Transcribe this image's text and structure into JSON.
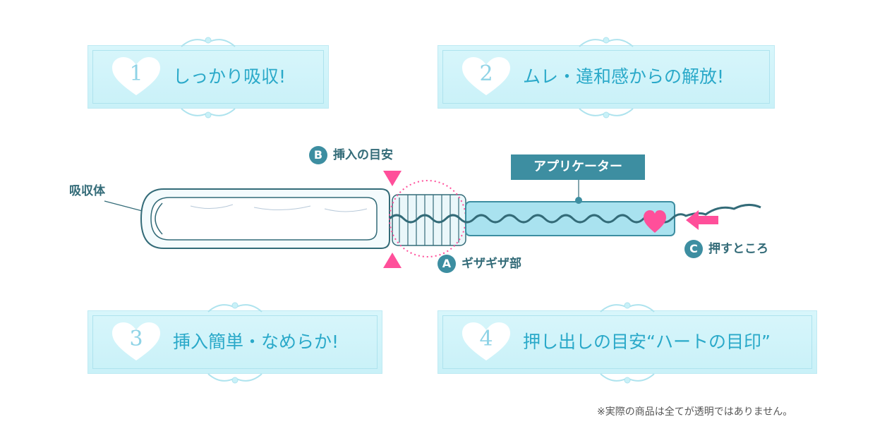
{
  "features": [
    {
      "num": "1",
      "label": "しっかり吸収!"
    },
    {
      "num": "2",
      "label": "ムレ・違和感からの解放!"
    },
    {
      "num": "3",
      "label": "挿入簡単・なめらか!"
    },
    {
      "num": "4",
      "label": "押し出しの目安“ハートの目印”"
    }
  ],
  "callouts": {
    "absorbent": "吸収体",
    "b_letter": "B",
    "b_label": "挿入の目安",
    "a_letter": "A",
    "a_label": "ギザギザ部",
    "c_letter": "C",
    "c_label": "押すところ",
    "applicator": "アプリケーター"
  },
  "note": "※実際の商品は全てが透明ではありません。",
  "colors": {
    "panel": "#c9f1f8",
    "heart": "#ffffff",
    "accent_pink": "#ff4f9a",
    "tag": "#3d8ea1",
    "text_blue": "#2aa9c9"
  }
}
